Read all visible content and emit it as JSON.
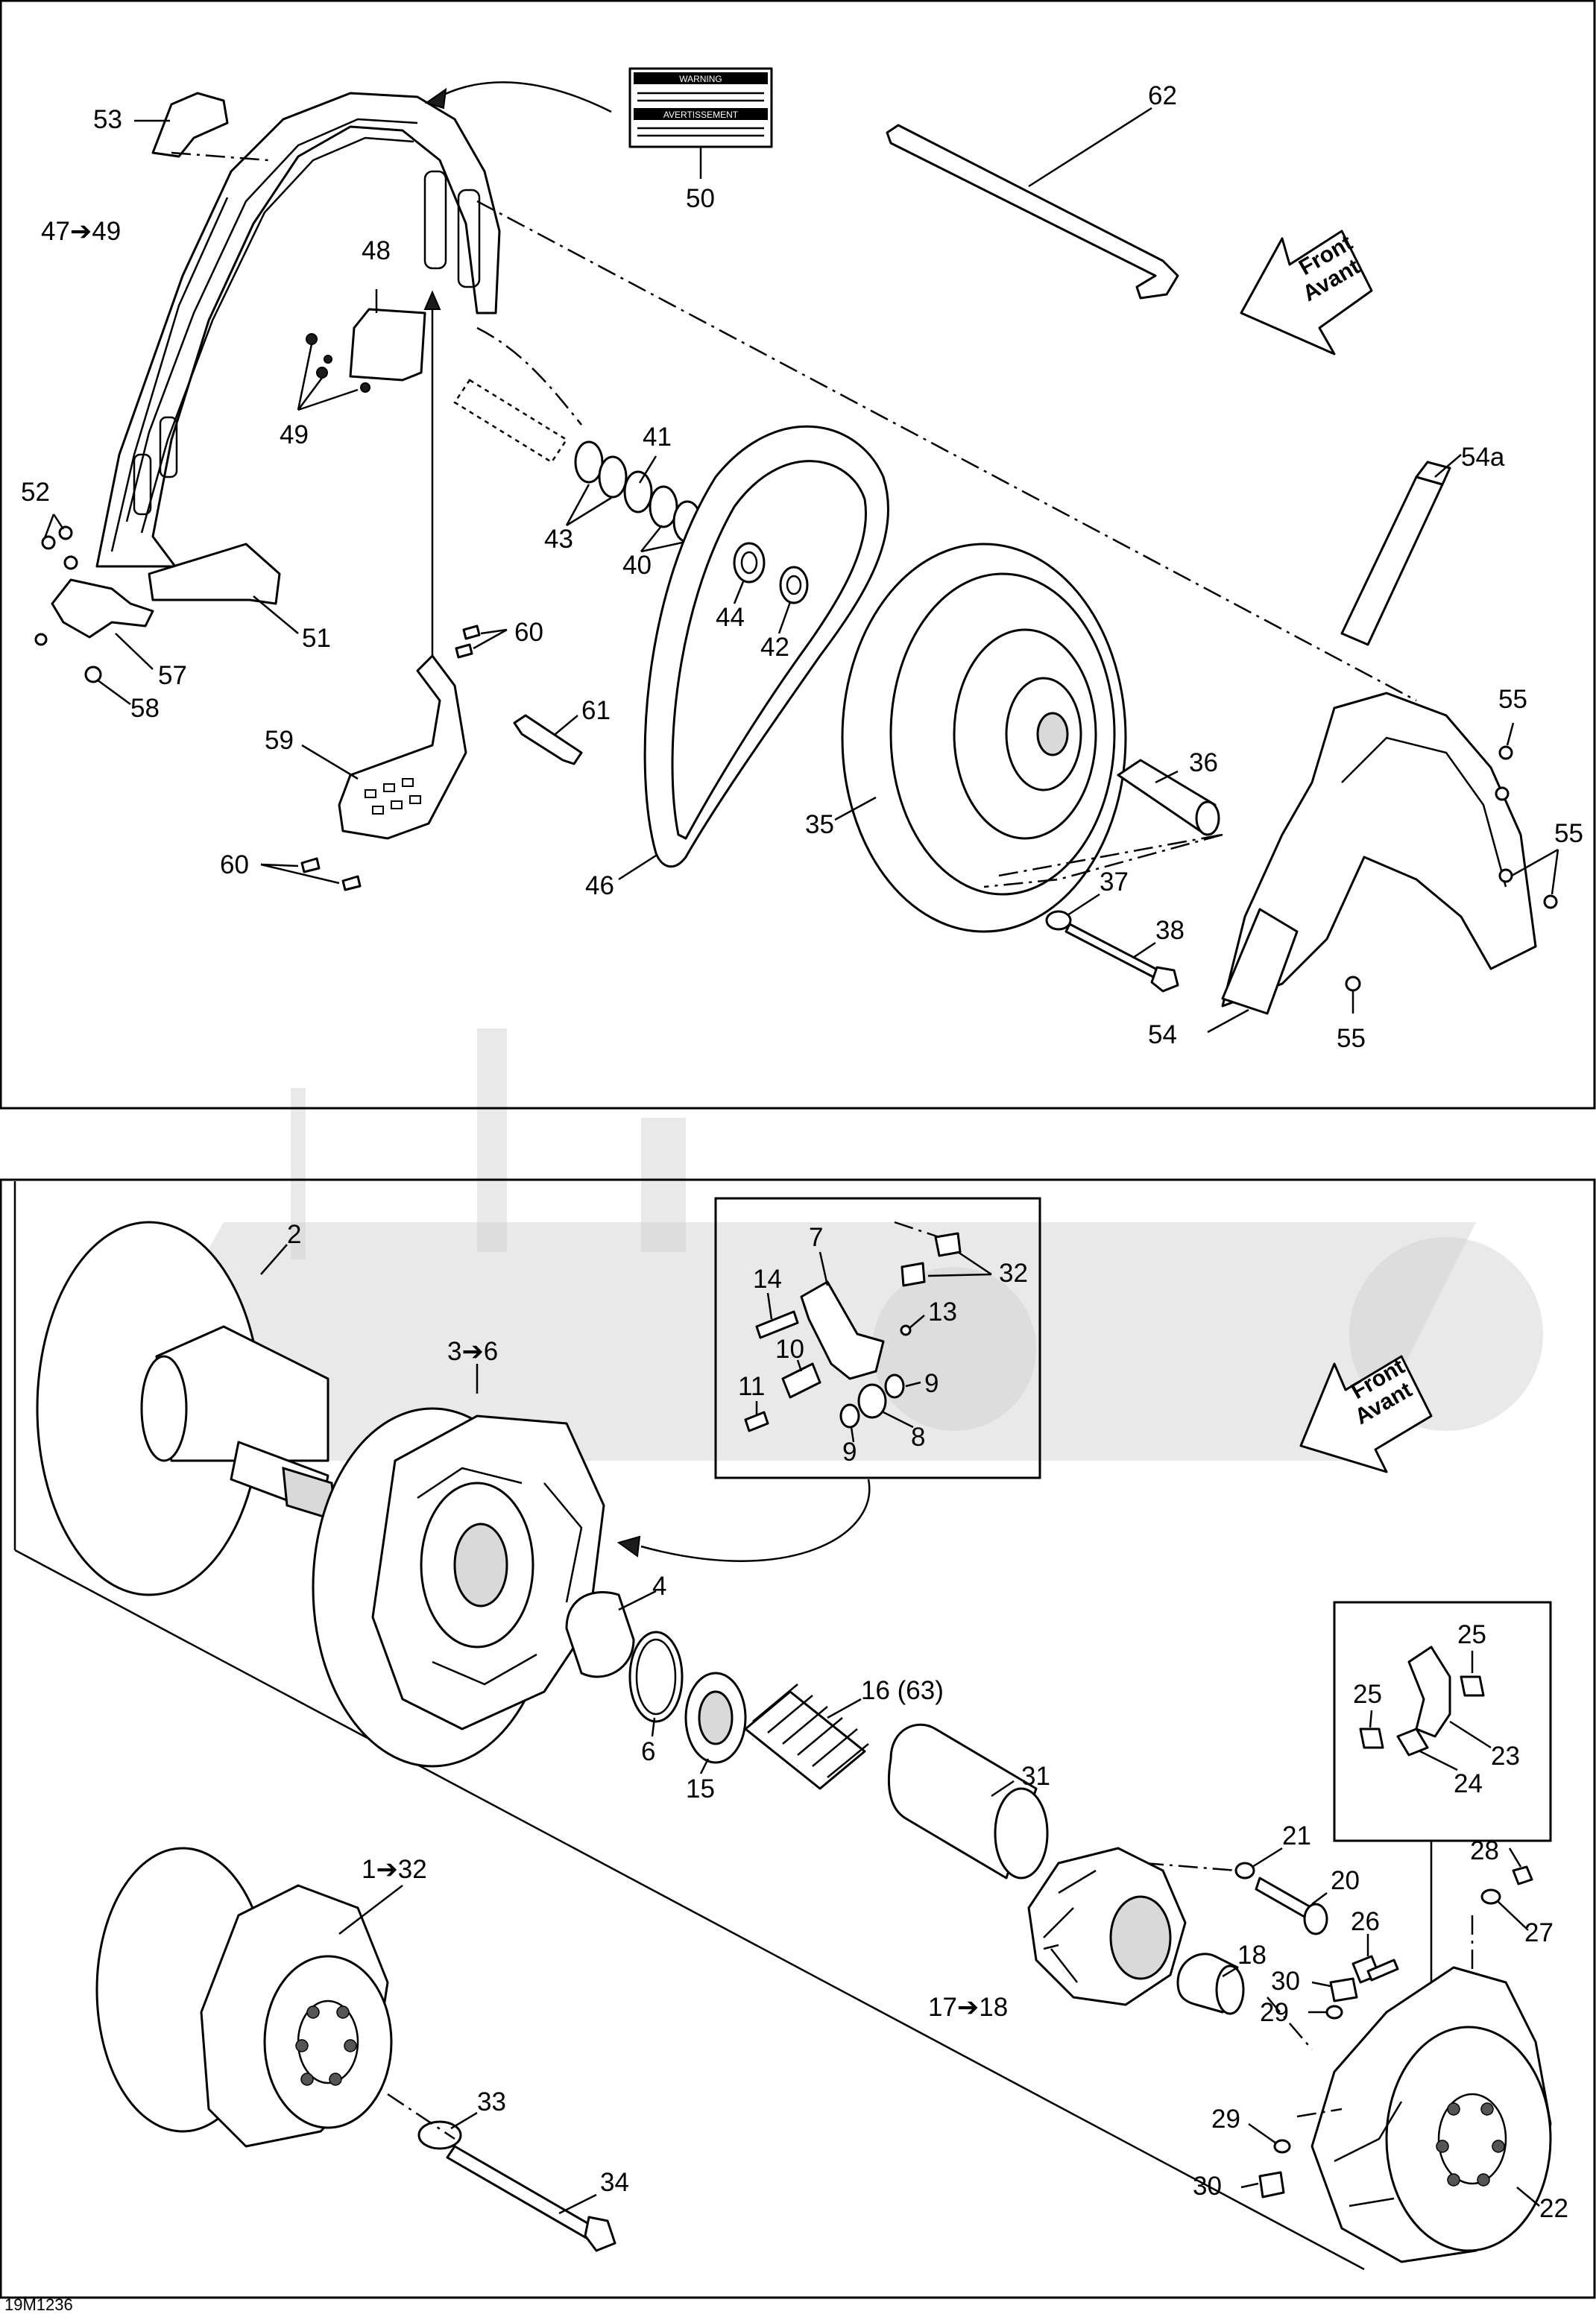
{
  "figure_code": "19M1236",
  "front_marker": {
    "line1": "Front",
    "line2": "Avant"
  },
  "warning_label": {
    "heading1": "WARNING",
    "heading2": "AVERTISSEMENT"
  },
  "top_panel": {
    "callouts": {
      "c53": "53",
      "c47_49": "47➔49",
      "c48": "48",
      "c49": "49",
      "c52": "52",
      "c51": "51",
      "c57": "57",
      "c58": "58",
      "c60a": "60",
      "c61": "61",
      "c59": "59",
      "c60b": "60",
      "c50": "50",
      "c62": "62",
      "c41": "41",
      "c43": "43",
      "c40": "40",
      "c44": "44",
      "c42": "42",
      "c35": "35",
      "c46": "46",
      "c36": "36",
      "c37": "37",
      "c38": "38",
      "c54a": "54a",
      "c55a": "55",
      "c55b": "55",
      "c55c": "55",
      "c54": "54"
    }
  },
  "bottom_panel": {
    "callouts": {
      "c2": "2",
      "c3_6": "3➔6",
      "c7": "7",
      "c32": "32",
      "c14": "14",
      "c13": "13",
      "c10": "10",
      "c11": "11",
      "c9a": "9",
      "c9b": "9",
      "c8": "8",
      "c4": "4",
      "c6": "6",
      "c15": "15",
      "c16": "16 (63)",
      "c31": "31",
      "c25a": "25",
      "c25b": "25",
      "c23": "23",
      "c24": "24",
      "c1_32": "1➔32",
      "c21": "21",
      "c20": "20",
      "c28": "28",
      "c27": "27",
      "c26": "26",
      "c18": "18",
      "c17_18": "17➔18",
      "c30a": "30",
      "c29a": "29",
      "c33": "33",
      "c34": "34",
      "c29b": "29",
      "c30b": "30",
      "c22": "22"
    }
  }
}
